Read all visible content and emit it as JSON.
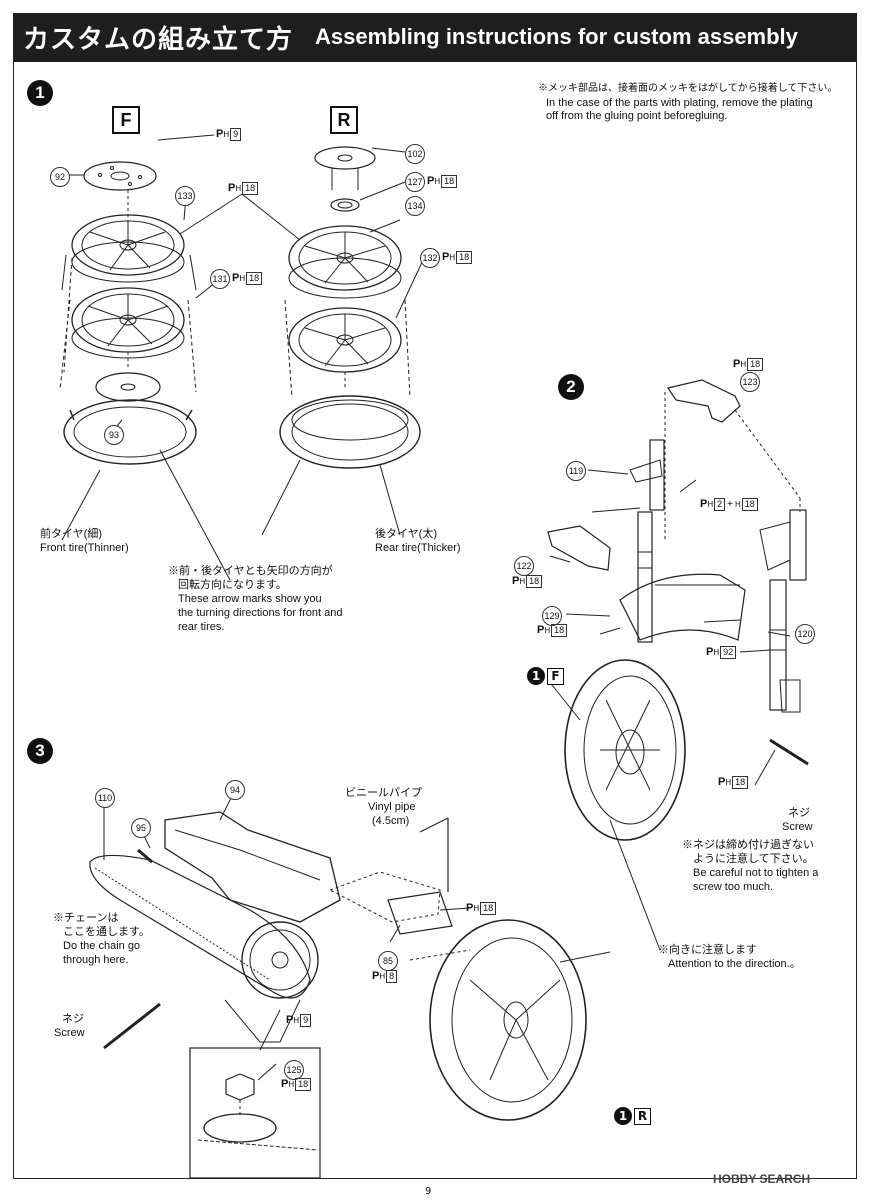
{
  "header": {
    "title_jp": "カスタムの組み立て方",
    "title_en": "Assembling instructions for custom assembly"
  },
  "notes": {
    "plating_jp": "※メッキ部品は、接着面のメッキをはがしてから接着して下さい。",
    "plating_en_1": "In the case of the parts with plating, remove the plating",
    "plating_en_2": "off from the gluing point beforegluing.",
    "arrow_jp_1": "※前・後タイヤとも矢印の方向が",
    "arrow_jp_2": "回転方向になります。",
    "arrow_en_1": "These arrow marks show you",
    "arrow_en_2": "the turning directions for front and",
    "arrow_en_3": "rear tires.",
    "screw_jp_1": "※ネジは締め付け過ぎない",
    "screw_jp_2": "ように注意して下さい。",
    "screw_en_1": "Be careful not to tighten a",
    "screw_en_2": "screw too much.",
    "chain_jp_1": "※チェーンは",
    "chain_jp_2": "ここを通します。",
    "chain_en_1": "Do the chain go",
    "chain_en_2": "through here.",
    "direction_jp": "※向きに注意します",
    "direction_en": "Attention to the direction.。"
  },
  "labels": {
    "front_tire_jp": "前タイヤ(細)",
    "front_tire_en": "Front tire(Thinner)",
    "rear_tire_jp": "後タイヤ(太)",
    "rear_tire_en": "Rear tire(Thicker)",
    "screw_jp": "ネジ",
    "screw_en": "Screw",
    "screw2_jp": "ネジ",
    "screw2_en": "Screw",
    "vinyl_jp": "ビニールパイプ",
    "vinyl_en": "Vinyl pipe",
    "vinyl_len": "(4.5cm)"
  },
  "steps": {
    "s1": "1",
    "s2": "2",
    "s3": "3"
  },
  "boxes": {
    "front": "F",
    "rear": "R"
  },
  "parts": {
    "p92": "92",
    "p133": "133",
    "p131": "131",
    "p93": "93",
    "p102": "102",
    "p127": "127",
    "p134": "134",
    "p132": "132",
    "p123": "123",
    "p119": "119",
    "p122": "122",
    "p129": "129",
    "p120": "120",
    "p110": "110",
    "p94": "94",
    "p95": "95",
    "p85": "85",
    "p125": "125"
  },
  "ph": {
    "prefix": "P",
    "sub": "H",
    "h": "H",
    "plus": "+",
    "n9": "9",
    "n18": "18",
    "n2": "2",
    "n92": "92",
    "n8": "8"
  },
  "refs": {
    "num": "1",
    "front": "F",
    "rear": "R"
  },
  "page_number": "9",
  "watermark": "HOBBY SEARCH"
}
